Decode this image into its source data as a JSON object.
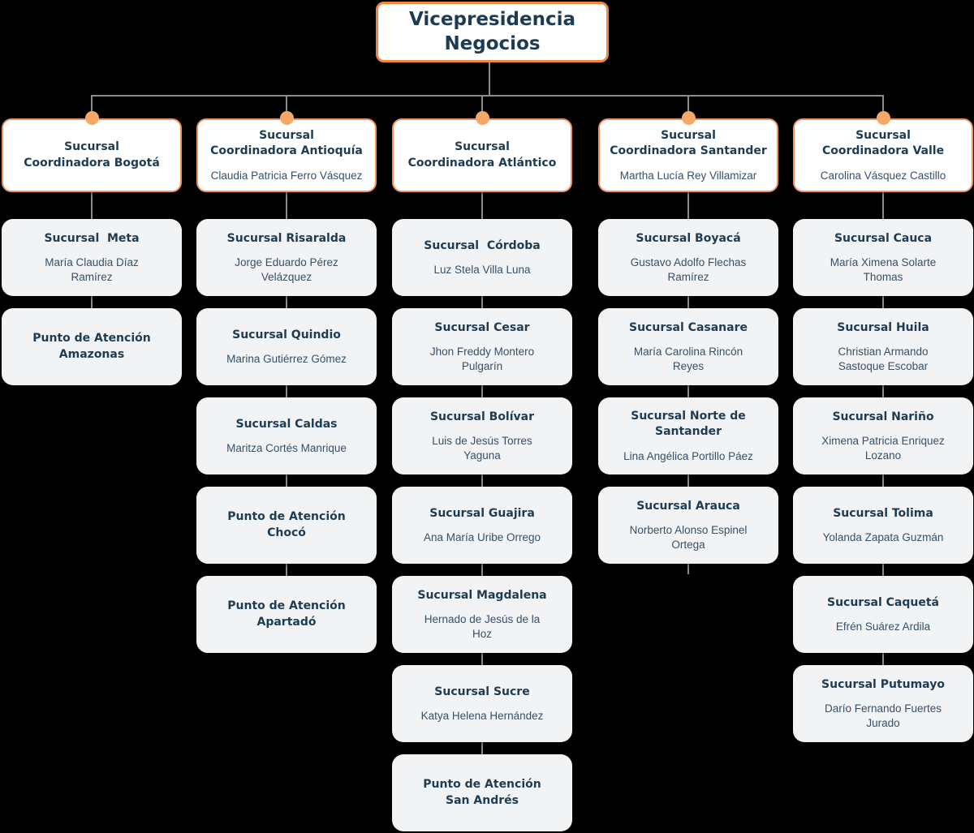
{
  "chart": {
    "root": {
      "title": "Vicepresidencia\nNegocios"
    },
    "columns": [
      {
        "title": "Sucursal\nCoordinadora Bogotá",
        "children": [
          {
            "title": "Sucursal  Meta",
            "person": "María Claudia Díaz\nRamírez"
          },
          {
            "title": "Punto de Atención\nAmazonas"
          }
        ]
      },
      {
        "title": "Sucursal\nCoordinadora Antioquía",
        "person": "Claudia Patricia Ferro Vásquez",
        "children": [
          {
            "title": "Sucursal Risaralda",
            "person": "Jorge Eduardo Pérez\nVelázquez"
          },
          {
            "title": "Sucursal Quindio",
            "person": "Marina Gutiérrez Gómez"
          },
          {
            "title": "Sucursal Caldas",
            "person": "Maritza Cortés Manrique"
          },
          {
            "title": "Punto de Atención\nChocó"
          },
          {
            "title": "Punto de Atención\nApartadó"
          }
        ]
      },
      {
        "title": "Sucursal\nCoordinadora Atlántico",
        "children": [
          {
            "title": "Sucursal  Córdoba",
            "person": "Luz Stela Villa Luna"
          },
          {
            "title": "Sucursal Cesar",
            "person": "Jhon Freddy Montero\nPulgarín"
          },
          {
            "title": "Sucursal Bolívar",
            "person": "Luis de Jesús Torres\nYaguna"
          },
          {
            "title": "Sucursal Guajira",
            "person": "Ana María Uribe Orrego"
          },
          {
            "title": "Sucursal Magdalena",
            "person": "Hernado de Jesús de la\nHoz"
          },
          {
            "title": "Sucursal Sucre",
            "person": "Katya Helena Hernández"
          },
          {
            "title": "Punto de Atención\nSan Andrés"
          }
        ]
      },
      {
        "title": "Sucursal\nCoordinadora Santander",
        "person": "Martha Lucía Rey Villamizar",
        "children": [
          {
            "title": "Sucursal Boyacá",
            "person": "Gustavo Adolfo Flechas\nRamírez"
          },
          {
            "title": "Sucursal Casanare",
            "person": "María Carolina Rincón\nReyes"
          },
          {
            "title": "Sucursal Norte de\nSantander",
            "person": "Lina Angélica Portillo Páez"
          },
          {
            "title": "Sucursal Arauca",
            "person": "Norberto Alonso Espinel\nOrtega"
          }
        ]
      },
      {
        "title": "Sucursal\nCoordinadora Valle",
        "person": "Carolina Vásquez Castillo",
        "children": [
          {
            "title": "Sucursal Cauca",
            "person": "María Ximena Solarte\nThomas"
          },
          {
            "title": "Sucursal Huila",
            "person": "Christian Armando\nSastoque Escobar"
          },
          {
            "title": "Sucursal Nariño",
            "person": "Ximena Patricia Enriquez\nLozano"
          },
          {
            "title": "Sucursal Tolima",
            "person": "Yolanda Zapata Guzmán"
          },
          {
            "title": "Sucursal Caquetá",
            "person": "Efrén Suárez Ardila"
          },
          {
            "title": "Sucursal Putumayo",
            "person": "Darío Fernando Fuertes\nJurado"
          }
        ]
      }
    ]
  },
  "colors": {
    "background": "#000000",
    "node_border_orange": "#F2935B",
    "root_border_orange": "#F08840",
    "connector_dot_orange": "#F5A765",
    "child_node_background": "#F2F3F4",
    "header_node_background": "#FFFFFF",
    "title_text": "#1D3C53",
    "person_text": "#35506A",
    "connector_line": "#8C8C8C"
  }
}
